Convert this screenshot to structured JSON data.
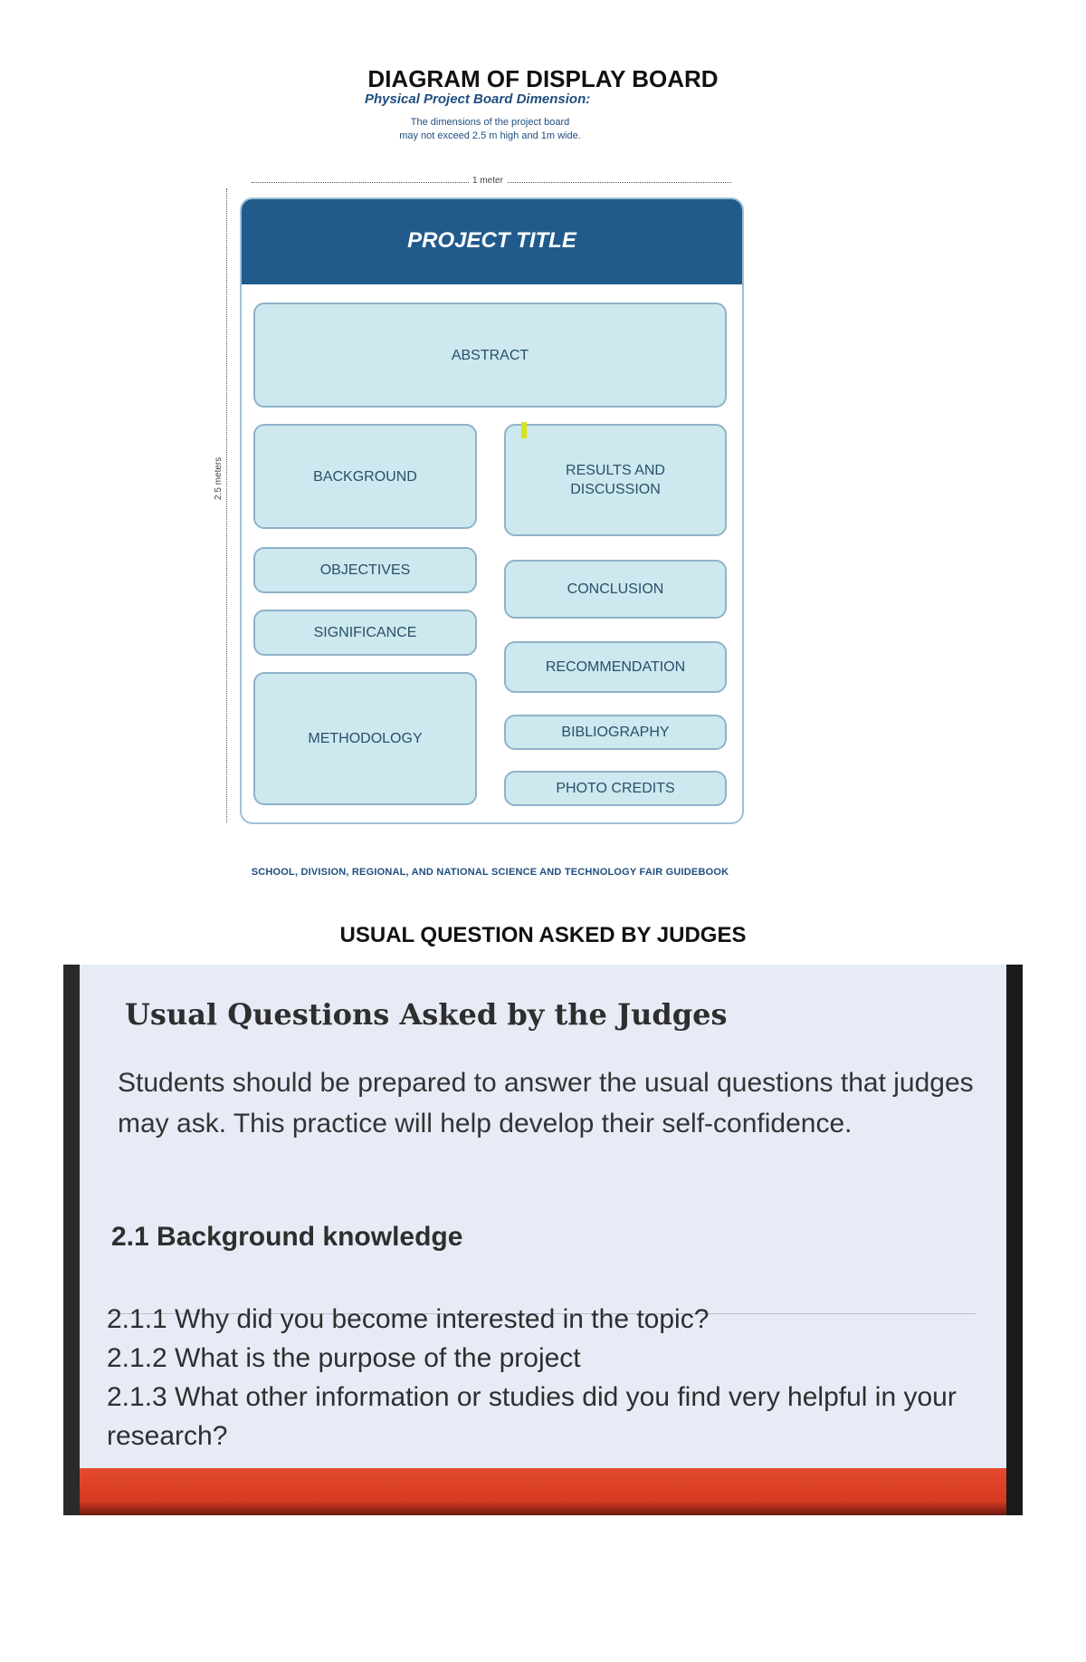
{
  "header": {
    "title": "DIAGRAM OF DISPLAY BOARD",
    "subtitle": "Physical Project Board Dimension:",
    "note_line1": "The dimensions of the project board",
    "note_line2": "may not exceed 2.5 m high and 1m wide."
  },
  "board": {
    "width_label": "1 meter",
    "height_label": "2.5 meters",
    "title": "PROJECT TITLE",
    "sections": {
      "abstract": "ABSTRACT",
      "background": "BACKGROUND",
      "objectives": "OBJECTIVES",
      "significance": "SIGNIFICANCE",
      "methodology": "METHODOLOGY",
      "results": "RESULTS AND DISCUSSION",
      "conclusion": "CONCLUSION",
      "recommendation": "RECOMMENDATION",
      "bibliography": "BIBLIOGRAPHY",
      "photo_credits": "PHOTO CREDITS"
    },
    "colors": {
      "header": "#215b8c",
      "section_fill": "#cde8ee",
      "section_border": "#8fb2c9"
    }
  },
  "guidebook": "SCHOOL, DIVISION, REGIONAL, AND NATIONAL SCIENCE AND TECHNOLOGY FAIR GUIDEBOOK",
  "judges_section": {
    "title": "USUAL QUESTION ASKED BY JUDGES",
    "photo": {
      "heading": "Usual Questions Asked by the Judges",
      "intro": "Students should be prepared to answer the usual questions that judges may ask. This practice will help develop their self-confidence.",
      "subheading": "2.1 Background knowledge",
      "questions": [
        "2.1.1 Why did you become interested in the topic?",
        "2.1.2 What is the purpose of the project",
        "2.1.3 What other information or studies did you find very helpful in your research?"
      ]
    }
  }
}
